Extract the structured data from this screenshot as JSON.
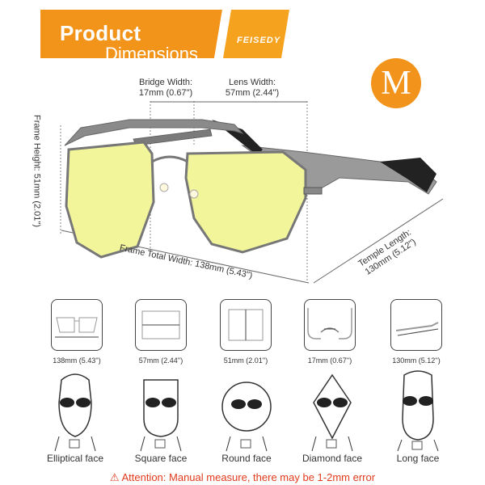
{
  "header": {
    "title": "Product",
    "subtitle": "Dimensions",
    "brand": "FEISEDY"
  },
  "size_badge": "M",
  "measurements": {
    "bridge": {
      "label": "Bridge Width:",
      "value": "17mm (0.67\")"
    },
    "lens": {
      "label": "Lens Width:",
      "value": "57mm (2.44\")"
    },
    "frame_height": "Frame Height: 51mm (2.01\")",
    "frame_total_width": "Frame Total Width: 138mm (5.43\")",
    "temple": {
      "label": "Temple Length:",
      "value": "130mm (5.12\")"
    }
  },
  "thumbnails": [
    {
      "caption": "138mm (5.43'')"
    },
    {
      "caption": "57mm (2.44'')"
    },
    {
      "caption": "51mm (2.01'')"
    },
    {
      "caption": "17mm (0.67'')"
    },
    {
      "caption": "130mm (5.12'')"
    }
  ],
  "faces": [
    {
      "caption": "Elliptical face"
    },
    {
      "caption": "Square face"
    },
    {
      "caption": "Round face"
    },
    {
      "caption": "Diamond face"
    },
    {
      "caption": "Long face"
    }
  ],
  "attention": "⚠ Attention: Manual measure, there may be 1-2mm error",
  "colors": {
    "banner_orange": "#f29419",
    "banner_dark_orange": "#e86a12",
    "lens_yellow": "#f2f59a",
    "warning_red": "#e23a1c"
  }
}
